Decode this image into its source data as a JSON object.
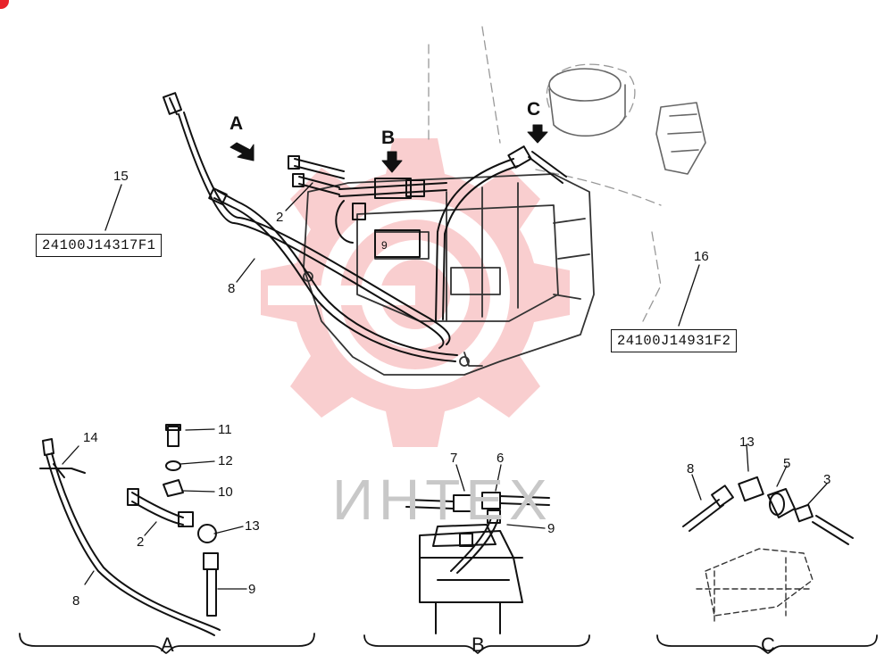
{
  "part_numbers": {
    "hose_assembly_left": "24100J14317F1",
    "hose_assembly_right": "24100J14931F2"
  },
  "callouts": {
    "n15": "15",
    "n16": "16",
    "n2": "2",
    "n8": "8",
    "n9": "9",
    "a_n14": "14",
    "a_n11": "11",
    "a_n12": "12",
    "a_n10": "10",
    "a_n13": "13",
    "a_n2": "2",
    "a_n9": "9",
    "a_n8": "8",
    "b_n7": "7",
    "b_n6": "6",
    "b_n9": "9",
    "c_n13": "13",
    "c_n5": "5",
    "c_n3": "3",
    "c_n8": "8"
  },
  "view_markers": {
    "a": "A",
    "b": "B",
    "c": "C"
  },
  "detail_sections": {
    "a": "A",
    "b": "B",
    "c": "C"
  },
  "watermark": {
    "text": "ИНТЕХ",
    "color": "#e8232b"
  }
}
